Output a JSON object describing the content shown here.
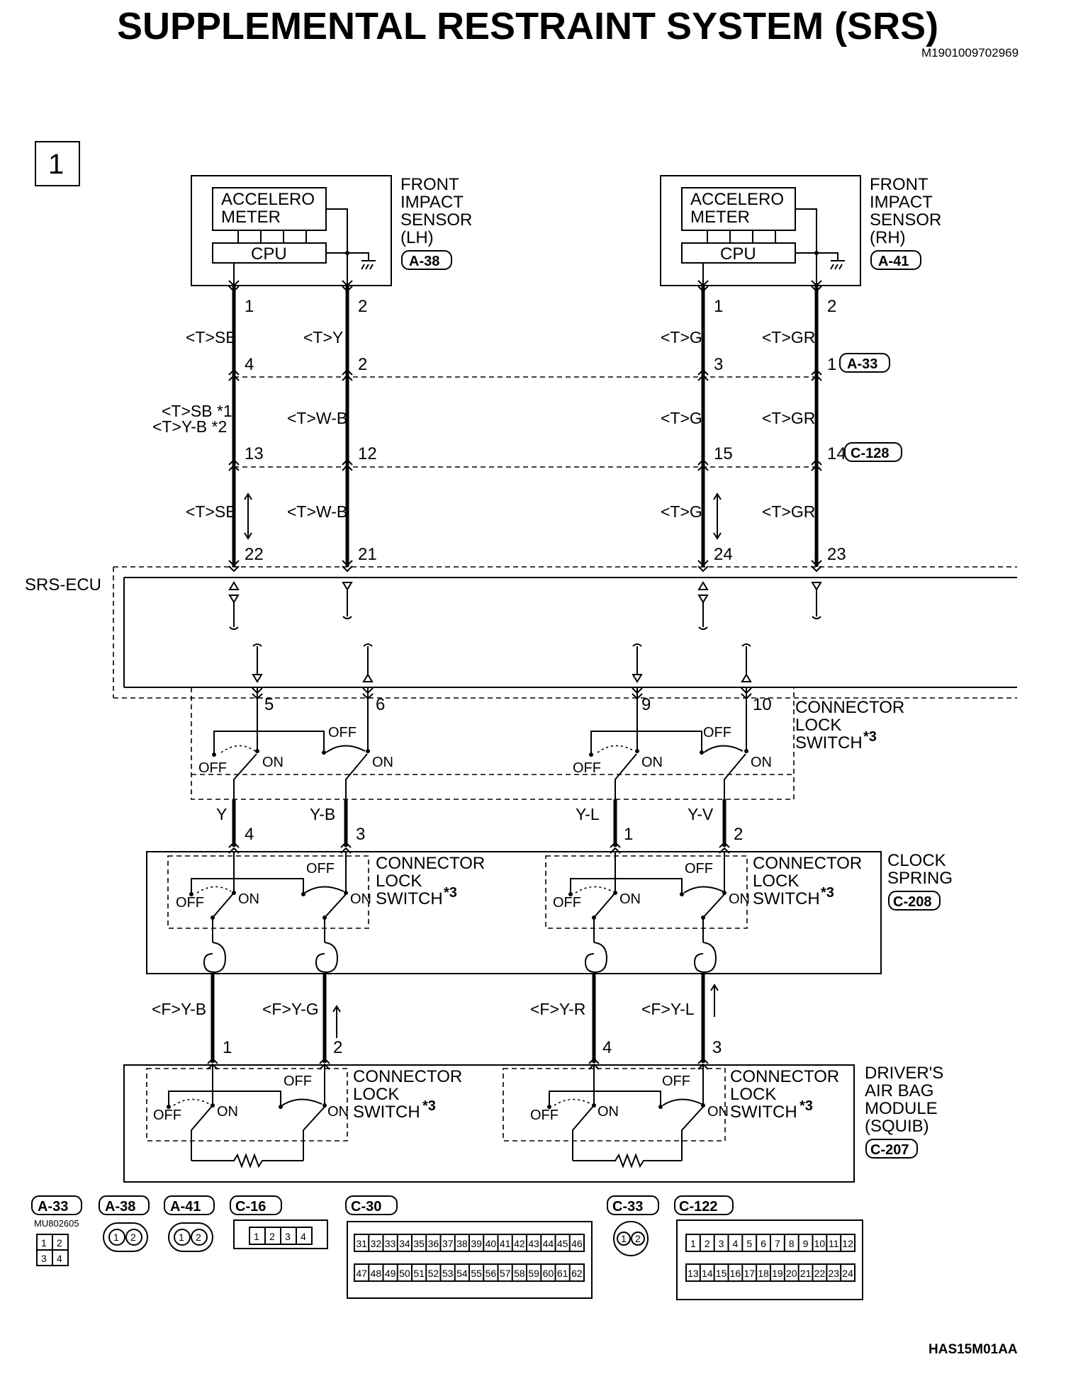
{
  "header": {
    "title": "SUPPLEMENTAL RESTRAINT SYSTEM (SRS)",
    "doc_id": "M1901009702969",
    "page_number": "1"
  },
  "sensors": {
    "lh": {
      "accel_line1": "ACCELERO",
      "accel_line2": "METER",
      "cpu": "CPU",
      "name_l1": "FRONT",
      "name_l2": "IMPACT",
      "name_l3": "SENSOR",
      "name_l4": "(LH)",
      "connector": "A-38"
    },
    "rh": {
      "accel_line1": "ACCELERO",
      "accel_line2": "METER",
      "cpu": "CPU",
      "name_l1": "FRONT",
      "name_l2": "IMPACT",
      "name_l3": "SENSOR",
      "name_l4": "(RH)",
      "connector": "A-41"
    }
  },
  "pins": {
    "sensor": [
      "1",
      "2",
      "1",
      "2"
    ],
    "a33": [
      "4",
      "2",
      "3",
      "1"
    ],
    "c128": [
      "13",
      "12",
      "15",
      "14"
    ],
    "ecu_in": [
      "22",
      "21",
      "24",
      "23"
    ],
    "ecu_out": [
      "5",
      "6",
      "9",
      "10"
    ],
    "clock_top": [
      "4",
      "3",
      "1",
      "2"
    ],
    "airbag": [
      "1",
      "2",
      "4",
      "3"
    ]
  },
  "wires": {
    "seg1": [
      "<T>SB",
      "<T>Y",
      "<T>G",
      "<T>GR"
    ],
    "seg2_a": "<T>SB *1",
    "seg2_b": "<T>Y-B *2",
    "seg2": [
      "<T>W-B",
      "<T>G",
      "<T>GR"
    ],
    "seg3": [
      "<T>SB",
      "<T>W-B",
      "<T>G",
      "<T>GR"
    ],
    "seg4": [
      "Y",
      "Y-B",
      "Y-L",
      "Y-V"
    ],
    "seg5": [
      "<F>Y-B",
      "<F>Y-G",
      "<F>Y-R",
      "<F>Y-L"
    ]
  },
  "connector_tags": {
    "a33": "A-33",
    "c128": "C-128",
    "c208": "C-208",
    "c207": "C-207"
  },
  "components": {
    "srs_ecu": "SRS-ECU",
    "lock_switch": {
      "l1": "CONNECTOR",
      "l2": "LOCK",
      "l3": "SWITCH",
      "mark": "*3"
    },
    "clock_spring": {
      "l1": "CLOCK",
      "l2": "SPRING"
    },
    "airbag_module": {
      "l1": "DRIVER'S",
      "l2": "AIR BAG",
      "l3": "MODULE",
      "l4": "(SQUIB)"
    },
    "switch_states": {
      "off": "OFF",
      "on": "ON"
    }
  },
  "connector_views": {
    "a33": {
      "label": "A-33",
      "part": "MU802605",
      "pins": [
        "1",
        "2",
        "3",
        "4"
      ]
    },
    "a38": {
      "label": "A-38",
      "pins": [
        "1",
        "2"
      ]
    },
    "a41": {
      "label": "A-41",
      "pins": [
        "1",
        "2"
      ]
    },
    "c16": {
      "label": "C-16",
      "pins": [
        "1",
        "2",
        "3",
        "4"
      ]
    },
    "c30": {
      "label": "C-30",
      "row1": [
        "31",
        "32",
        "33",
        "34",
        "35",
        "36",
        "37",
        "38",
        "39",
        "40",
        "41",
        "42",
        "43",
        "44",
        "45",
        "46"
      ],
      "row2": [
        "47",
        "48",
        "49",
        "50",
        "51",
        "52",
        "53",
        "54",
        "55",
        "56",
        "57",
        "58",
        "59",
        "60",
        "61",
        "62"
      ]
    },
    "c33": {
      "label": "C-33",
      "pins": [
        "1",
        "2"
      ]
    },
    "c122": {
      "label": "C-122",
      "row1": [
        "1",
        "2",
        "3",
        "4",
        "5",
        "6",
        "7",
        "8",
        "9",
        "10",
        "11",
        "12"
      ],
      "row2": [
        "13",
        "14",
        "15",
        "16",
        "17",
        "18",
        "19",
        "20",
        "21",
        "22",
        "23",
        "24"
      ]
    }
  },
  "footer": {
    "figure_code": "HAS15M01AA"
  }
}
